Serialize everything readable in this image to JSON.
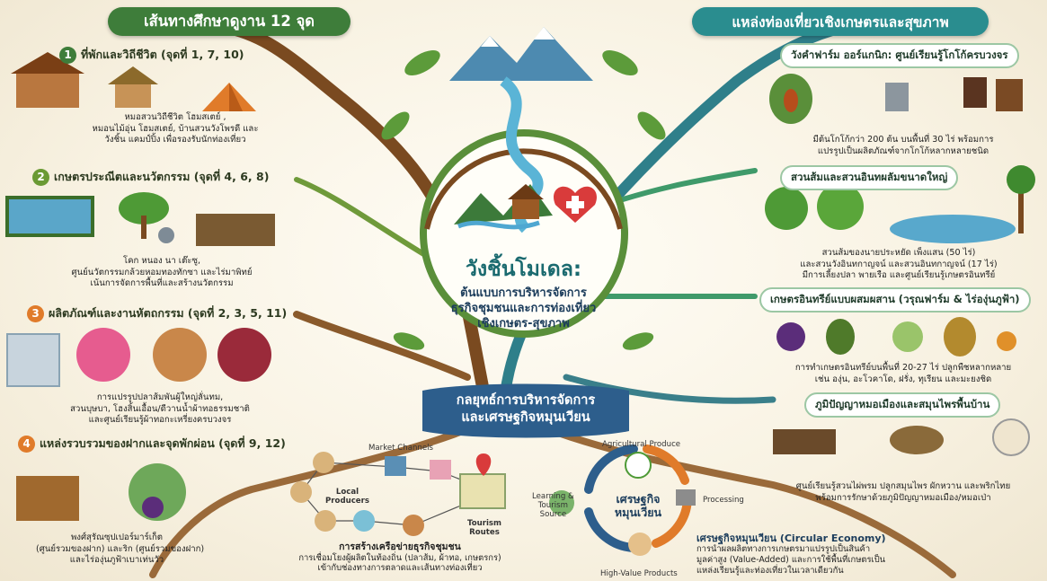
{
  "left_banner": "เส้นทางศึกษาดูงาน 12 จุด",
  "right_banner": "แหล่งท่องเที่ยวเชิงเกษตรและสุขภาพ",
  "center": {
    "title": "วังชิ้นโมเดล:",
    "subtitle_1": "ต้นแบบการบริหารจัดการ",
    "subtitle_2": "ธุรกิจชุมชนและการท่องเที่ยว",
    "subtitle_3": "เชิงเกษตร-สุขภาพ"
  },
  "left_sections": [
    {
      "num": "1",
      "title": "ที่พักและวิถีชีวิต (จุดที่ 1, 7, 10)",
      "lines": [
        "หมอสวนวิถีชีวิต โฮมสเตย์ ,",
        "หมอนไม้อุ่น โฮมสเตย์, บ้านสวนวังโพรดี และ",
        "วังชิ้น แคมป์ปิ้ง เพื่อรองรับนักท่องเที่ยว"
      ]
    },
    {
      "num": "2",
      "title": "เกษตรประณีตและนวัตกรรม (จุดที่ 4, 6, 8)",
      "lines": [
        "โคก หนอง นา เต๊ะซู,",
        "ศูนย์นวัตกรรมกล้วยหอมทองทักซา และไร่มาพิทย์",
        "เน้นการจัดการพื้นที่และสร้างนวัตกรรม"
      ]
    },
    {
      "num": "3",
      "title": "ผลิตภัณฑ์และงานหัตถกรรม (จุดที่ 2, 3, 5, 11)",
      "lines": [
        "การแปรรูปปลาส้มพันผู้ใหญ่ลั่นทม,",
        "สวนบุษบา, โฮงสิ้นเอื้อน/ดีวานน้ำผ้าทอธรรมชาติ",
        "และศูนย์เรียนรู้ผ้าทอกะเหรี่ยงครบวงจร"
      ]
    },
    {
      "num": "4",
      "title": "แหล่งรวบรวมของฝากและจุดพักผ่อน (จุดที่ 9, 12)",
      "lines": [
        "พงศ์สุรัณซุปเปอร์มาร์เก็ต",
        "(ศูนย์รวมของฝาก) และริก (ศูนย์รวมของฝาก)",
        "และไร่องุ่นภูฟ้าเบาเท่นวัว"
      ]
    }
  ],
  "right_sections": [
    {
      "title": "วังคำฟาร์ม ออร์แกนิก: ศูนย์เรียนรู้โกโก้ครบวงจร",
      "lines": [
        "มีต้นโกโก้กว่า 200 ต้น บนพื้นที่ 30 ไร่ พร้อมการ",
        "แปรรูปเป็นผลิตภัณฑ์จากโกโก้หลากหลายชนิด"
      ]
    },
    {
      "title": "สวนส้มและสวนอินทผลัมขนาดใหญ่",
      "lines": [
        "สวนส้มของนายประหยัด เพ็งแสน (50 ไร่)",
        "และสวนวังอินทกาญจน์ และสวนอินทกาญจน์ (17 ไร่)",
        "มีการเลี้ยงปลา พายเรือ และศูนย์เรียนรู้เกษตรอินทรีย์"
      ]
    },
    {
      "title": "เกษตรอินทรีย์แบบผสมผสาน (วรุณฟาร์ม & ไร่องุ่นภูฟ้า)",
      "lines": [
        "การทำเกษตรอินทรีย์บนพื้นที่ 20-27 ไร่ ปลูกพืชหลากหลาย",
        "เช่น องุ่น, อะโวคาโด, ฝรั่ง, ทุเรียน และมะยงชิด"
      ]
    },
    {
      "title": "ภูมิปัญญาหมอเมืองและสมุนไพรพื้นบ้าน",
      "lines": [
        "ศูนย์เรียนรู้สวนไผ่พรม ปลูกสมุนไพร ผักหวาน และพริกไทย",
        "พร้อมการรักษาด้วยภูมิปัญญาหมอเมือง/หมอเป่า"
      ]
    }
  ],
  "bottom": {
    "banner_1": "กลยุทธ์การบริหารจัดการ",
    "banner_2": "และเศรษฐกิจหมุนเวียน",
    "network": {
      "market_channels": "Market Channels",
      "local_producers_1": "Local",
      "local_producers_2": "Producers",
      "tourism_routes_1": "Tourism",
      "tourism_routes_2": "Routes",
      "title": "การสร้างเครือข่ายธุรกิจชุมชน",
      "line_1": "การเชื่อมโยงผู้ผลิตในท้องถิ่น (ปลาส้ม, ผ้าทอ, เกษตรกร)",
      "line_2": "เข้ากับช่องทางการตลาดและเส้นทางท่องเที่ยว"
    },
    "cycle": {
      "agri": "Agricultural Produce",
      "processing": "Processing",
      "learning_1": "Learning &",
      "learning_2": "Tourism",
      "learning_3": "Source",
      "high_value": "High-Value Products",
      "center_1": "เศรษฐกิจ",
      "center_2": "หมุนเวียน"
    },
    "circular": {
      "title": "เศรษฐกิจหมุนเวียน (Circular Economy)",
      "line_1": "การนำผลผลิตทางการเกษตรมาแปรรูปเป็นสินค้า",
      "line_2": "มูลค่าสูง (Value-Added) และการใช้พื้นที่เกษตรเป็น",
      "line_3": "แหล่งเรียนรู้และท่องเที่ยวในเวลาเดียวกัน"
    }
  },
  "colors": {
    "green": "#3e7d3a",
    "teal": "#2a8d8f",
    "brown": "#8a5a2b",
    "orange": "#e07b2a",
    "red": "#d93b3b",
    "blue": "#2d5e8c"
  }
}
